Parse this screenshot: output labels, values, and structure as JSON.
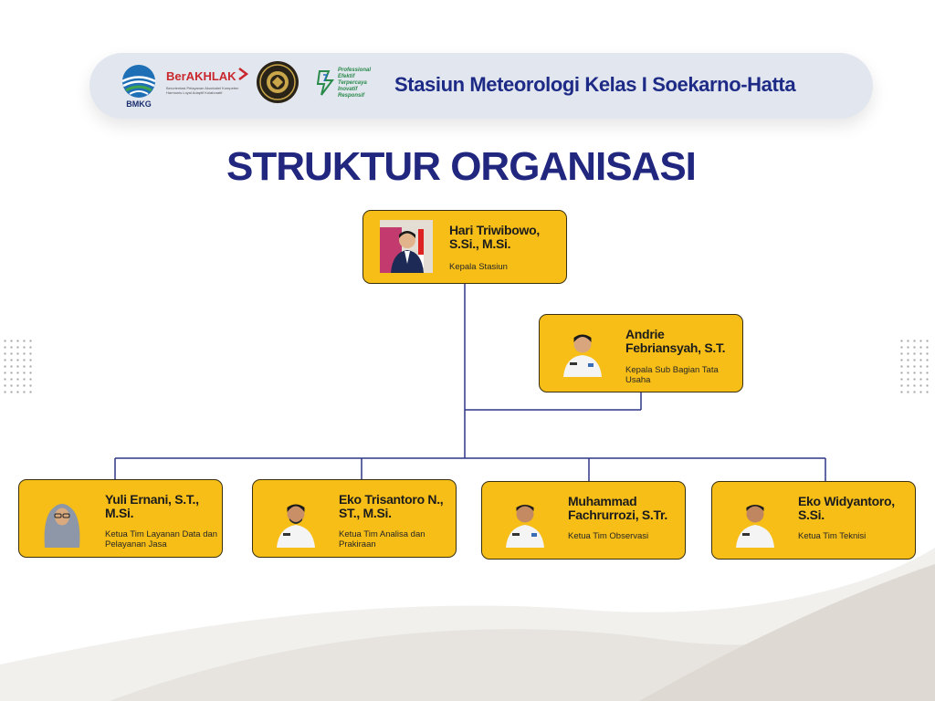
{
  "header": {
    "logo_bmkg_text": "BMKG",
    "logo_berakhlak_title": "BerAKHLAK",
    "logo_berakhlak_sub": "Berorientasi Pelayanan Akuntabel Kompeten Harmonis Loyal Adaptif Kolaboratif",
    "logo_pro_lines": [
      "Professional",
      "Efektif",
      "Terpercaya",
      "Inovatif",
      "Responsif"
    ],
    "station_name": "Stasiun Meteorologi Kelas I Soekarno-Hatta"
  },
  "title": "STRUKTUR ORGANISASI",
  "colors": {
    "title": "#21277f",
    "card": "#f7be18",
    "connector": "#2e3587",
    "header_bg": "#e2e6ef"
  },
  "org": {
    "head": {
      "name": "Hari Triwibowo, S.Si., M.Si.",
      "role": "Kepala Stasiun"
    },
    "admin": {
      "name": "Andrie Febriansyah, S.T.",
      "role": "Kepala Sub Bagian Tata Usaha"
    },
    "teams": [
      {
        "name": "Yuli Ernani, S.T., M.Si.",
        "role": "Ketua Tim Layanan Data dan Pelayanan Jasa"
      },
      {
        "name": "Eko Trisantoro N., ST., M.Si.",
        "role": "Ketua Tim Analisa dan Prakiraan"
      },
      {
        "name": "Muhammad Fachrurrozi, S.Tr.",
        "role": "Ketua Tim Observasi"
      },
      {
        "name": "Eko Widyantoro, S.Si.",
        "role": "Ketua Tim Teknisi"
      }
    ]
  }
}
